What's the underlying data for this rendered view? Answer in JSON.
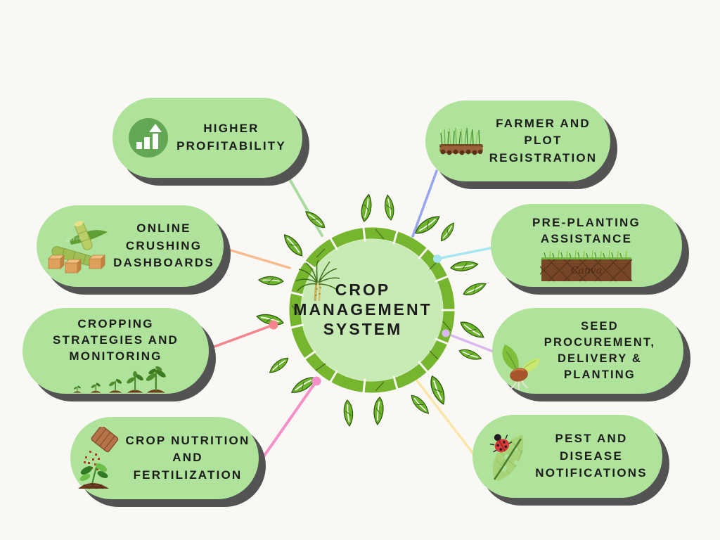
{
  "title": "Crop Management System diagram",
  "palette": {
    "bg": "#FAF8F4",
    "node_fill": "#AFE29A",
    "node_shadow": "#535353",
    "hub_fill": "#C8EBB5",
    "wreath": "#76B52E",
    "leaf": "#6CB52B",
    "leaf_outline": "#2E5A0E",
    "text": "#1C1C1C"
  },
  "hub": {
    "title": "CROP\nMANAGEMENT\nSYSTEM",
    "icon": "sugarcane-plant-icon"
  },
  "nodes": [
    {
      "id": "higher-profitability",
      "label": "HIGHER\nPROFITABILITY",
      "icon": "growth-chart-icon"
    },
    {
      "id": "farmer-plot-registration",
      "label": "FARMER AND\nPLOT\nREGISTRATION",
      "icon": "grass-soil-icon"
    },
    {
      "id": "online-crushing-dashboards",
      "label": "ONLINE\nCRUSHING\nDASHBOARDS",
      "icon": "sugarcane-cubes-icon"
    },
    {
      "id": "pre-planting-assistance",
      "label": "PRE-PLANTING\nASSISTANCE",
      "icon": "soil-block-icon"
    },
    {
      "id": "cropping-strategies-monitoring",
      "label": "CROPPING\nSTRATEGIES AND\nMONITORING",
      "icon": "plant-growth-stages-icon"
    },
    {
      "id": "seed-procurement-delivery-planting",
      "label": "SEED\nPROCUREMENT,\nDELIVERY &\nPLANTING",
      "icon": "sprouting-seed-icon"
    },
    {
      "id": "crop-nutrition-fertilization",
      "label": "CROP NUTRITION\nAND\nFERTILIZATION",
      "icon": "fertilizer-pour-icon"
    },
    {
      "id": "pest-disease-notifications",
      "label": "PEST AND\nDISEASE\nNOTIFICATIONS",
      "icon": "ladybug-leaf-icon"
    }
  ],
  "connectors": [
    {
      "to": "higher-profitability",
      "color": "#A8DBA0",
      "dot": false
    },
    {
      "to": "farmer-plot-registration",
      "color": "#96A5EF",
      "dot": false
    },
    {
      "to": "online-crushing-dashboards",
      "color": "#F8BB90",
      "dot": false
    },
    {
      "to": "pre-planting-assistance",
      "color": "#A6E6F0",
      "dot": true
    },
    {
      "to": "cropping-strategies-monitoring",
      "color": "#F4858F",
      "dot": true
    },
    {
      "to": "seed-procurement-delivery-planting",
      "color": "#D9B7F1",
      "dot": true
    },
    {
      "to": "crop-nutrition-fertilization",
      "color": "#F48FC7",
      "dot": true
    },
    {
      "to": "pest-disease-notifications",
      "color": "#FAE6A8",
      "dot": false
    }
  ],
  "watermark": {
    "text": "Canva"
  }
}
